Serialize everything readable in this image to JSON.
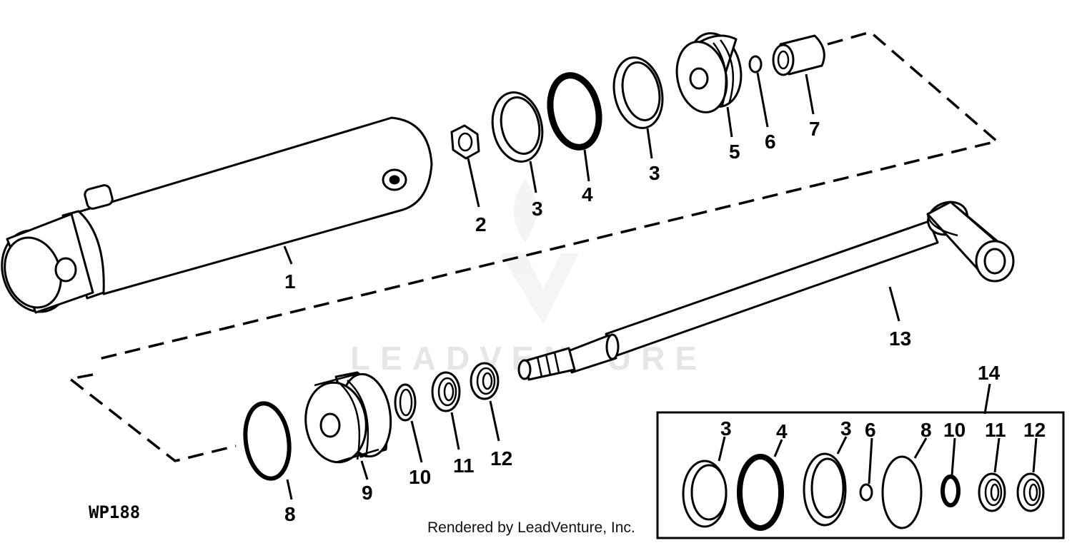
{
  "diagram": {
    "figure_code": "WP188",
    "callouts": {
      "c1": "1",
      "c2": "2",
      "c3a": "3",
      "c4": "4",
      "c3b": "3",
      "c5": "5",
      "c6": "6",
      "c7": "7",
      "c8": "8",
      "c9": "9",
      "c10": "10",
      "c11": "11",
      "c12": "12",
      "c13": "13",
      "c14": "14"
    },
    "kit": {
      "c3a": "3",
      "c4": "4",
      "c3b": "3",
      "c6": "6",
      "c8": "8",
      "c10": "10",
      "c11": "11",
      "c12": "12"
    },
    "watermark": "LEADVENTURE",
    "footer": "Rendered by LeadVenture, Inc."
  }
}
